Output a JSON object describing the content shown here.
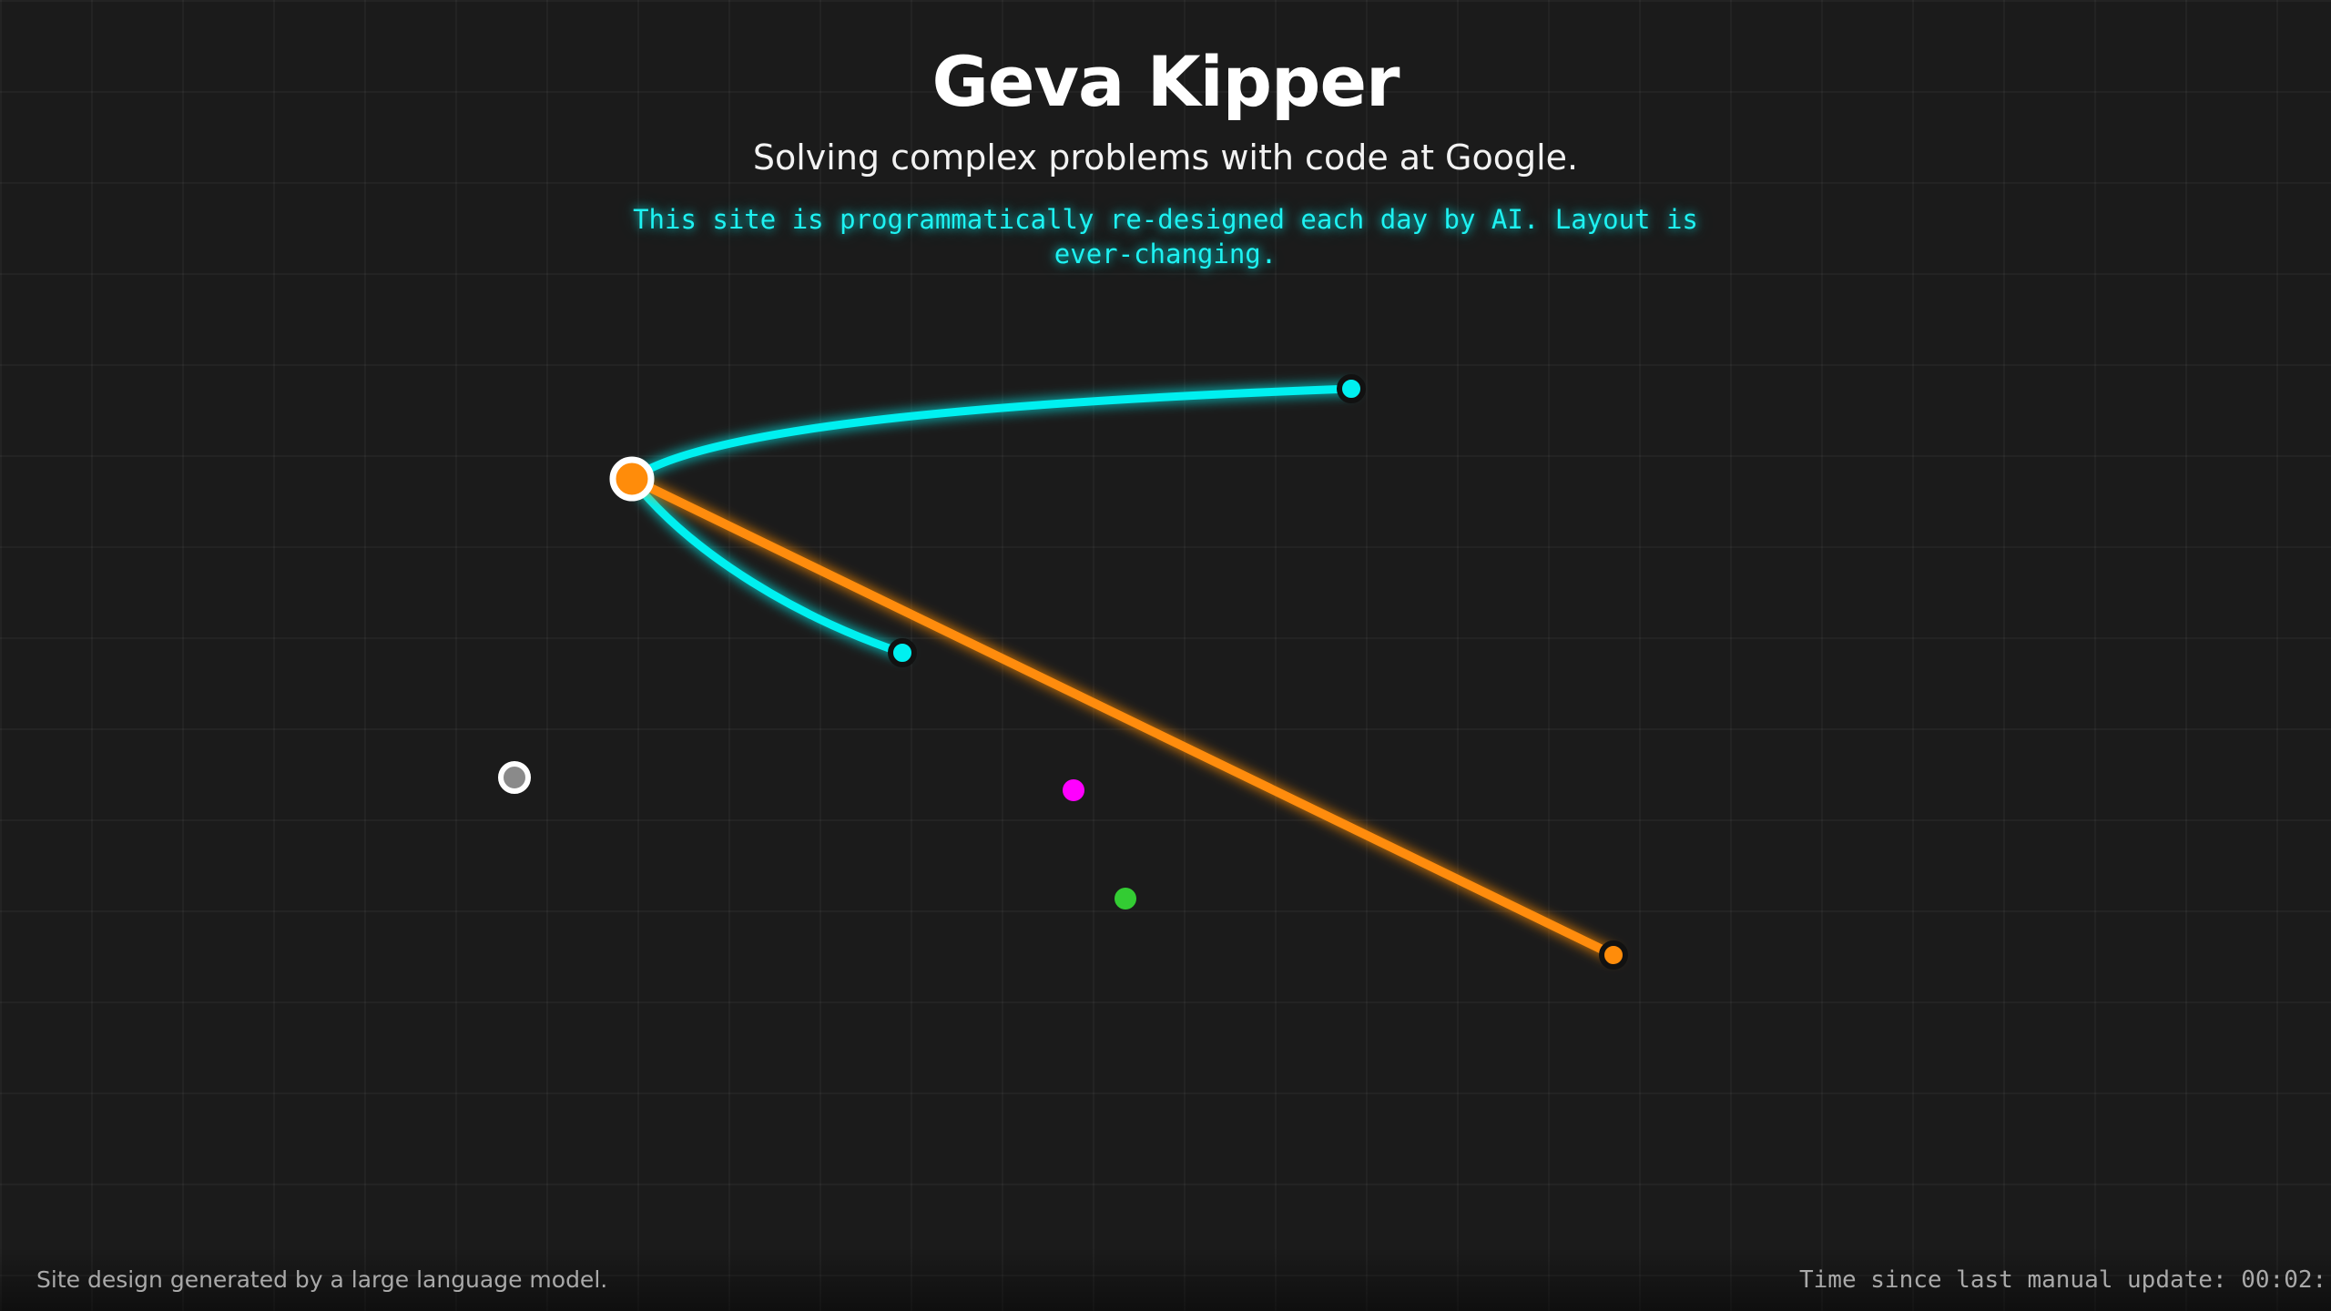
{
  "header": {
    "title": "Geva Kipper",
    "subtitle": "Solving complex problems with code at Google.",
    "notice": "This site is programmatically re-designed each day by AI. Layout is ever-changing."
  },
  "graph": {
    "colors": {
      "background": "#1b1b1b",
      "cyan": "#00f0f0",
      "orange": "#ff8c0a",
      "magenta": "#ff00ff",
      "green": "#33cc33",
      "gray": "#8a8a8a",
      "white": "#ffffff"
    },
    "nodes": [
      {
        "name": "hub-node",
        "color": "orange",
        "ring": "white"
      },
      {
        "name": "cyan-node-upper",
        "color": "cyan",
        "ring": "dark"
      },
      {
        "name": "cyan-node-lower",
        "color": "cyan",
        "ring": "dark"
      },
      {
        "name": "orange-node-end",
        "color": "orange",
        "ring": "dark"
      },
      {
        "name": "gray-node",
        "color": "gray",
        "ring": "white"
      },
      {
        "name": "magenta-node",
        "color": "magenta",
        "ring": "none"
      },
      {
        "name": "green-node",
        "color": "green",
        "ring": "none"
      }
    ],
    "links": [
      {
        "name": "link-hub-cyan-upper",
        "color": "cyan"
      },
      {
        "name": "link-hub-cyan-lower",
        "color": "cyan"
      },
      {
        "name": "link-hub-orange-end",
        "color": "orange"
      }
    ]
  },
  "footer": {
    "left_text": "Site design generated by a large language model.",
    "right_text": "Time since last manual update: 00:02:"
  }
}
